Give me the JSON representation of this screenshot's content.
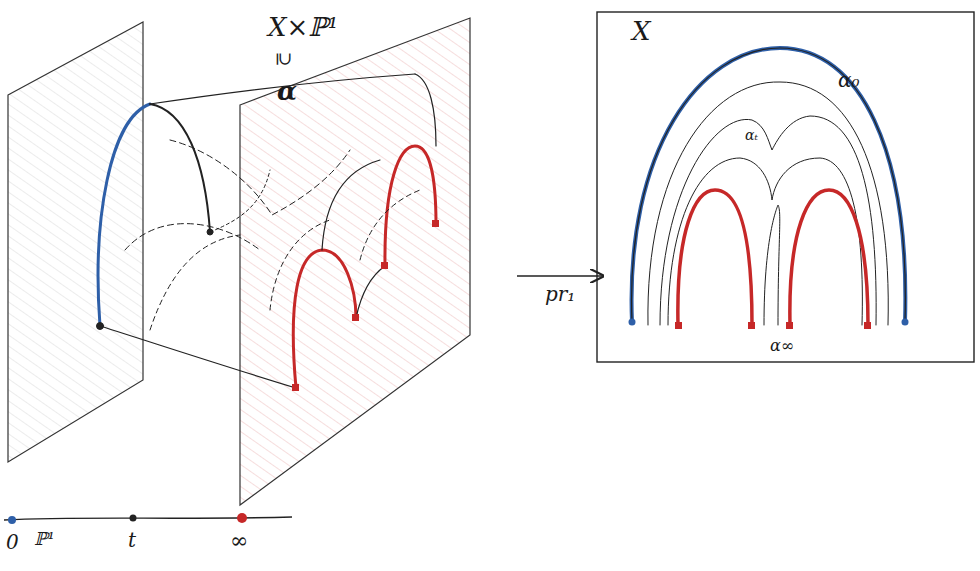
{
  "diagram": {
    "labels": [
      "X×ℙ¹",
      "⊇",
      "α",
      "X",
      "α₀",
      "αₜ",
      "pr₁",
      "α∞",
      "0",
      "ℙ¹",
      "t",
      "∞"
    ]
  }
}
